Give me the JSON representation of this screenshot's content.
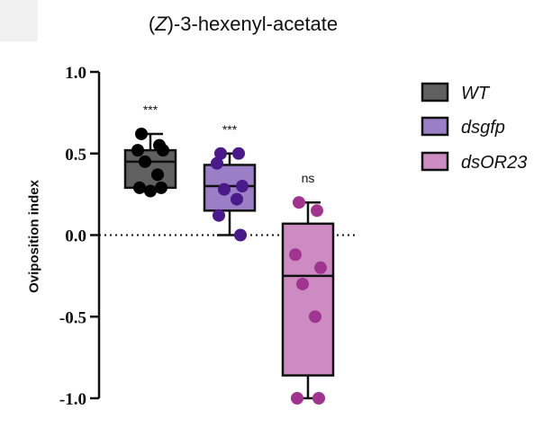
{
  "chart_data": {
    "type": "box",
    "title_prefix": "(",
    "title_italic": "Z",
    "title_suffix": ")-3-hexenyl-acetate",
    "ylabel": "Oviposition index",
    "ylim": [
      -1.0,
      1.0
    ],
    "yticks": [
      1.0,
      0.5,
      0.0,
      -0.5,
      -1.0
    ],
    "ytick_labels": [
      "1.0",
      "0.5",
      "0.0",
      "-0.5",
      "-1.0"
    ],
    "reference_line": 0.0,
    "legend_position": "top-right",
    "series": [
      {
        "name": "WT",
        "fill": "#606060",
        "point_color": "#000000",
        "whisker_low": 0.27,
        "q1": 0.29,
        "median": 0.45,
        "q3": 0.52,
        "whisker_high": 0.62,
        "points": [
          0.62,
          0.55,
          0.52,
          0.52,
          0.45,
          0.37,
          0.29,
          0.29,
          0.27
        ],
        "significance": "***"
      },
      {
        "name": "dsgfp",
        "fill": "#9b7fc6",
        "point_color": "#4a1a8a",
        "whisker_low": 0.0,
        "q1": 0.15,
        "median": 0.3,
        "q3": 0.43,
        "whisker_high": 0.5,
        "points": [
          0.5,
          0.5,
          0.44,
          0.3,
          0.28,
          0.22,
          0.12,
          0.0
        ],
        "significance": "***"
      },
      {
        "name": "dsOR23",
        "fill": "#cc8cc2",
        "point_color": "#a0348e",
        "whisker_low": -1.0,
        "q1": -0.86,
        "median": -0.25,
        "q3": 0.07,
        "whisker_high": 0.2,
        "points": [
          0.2,
          0.15,
          -0.12,
          -0.2,
          -0.3,
          -0.5,
          -1.0,
          -1.0
        ],
        "significance": "ns"
      }
    ]
  }
}
